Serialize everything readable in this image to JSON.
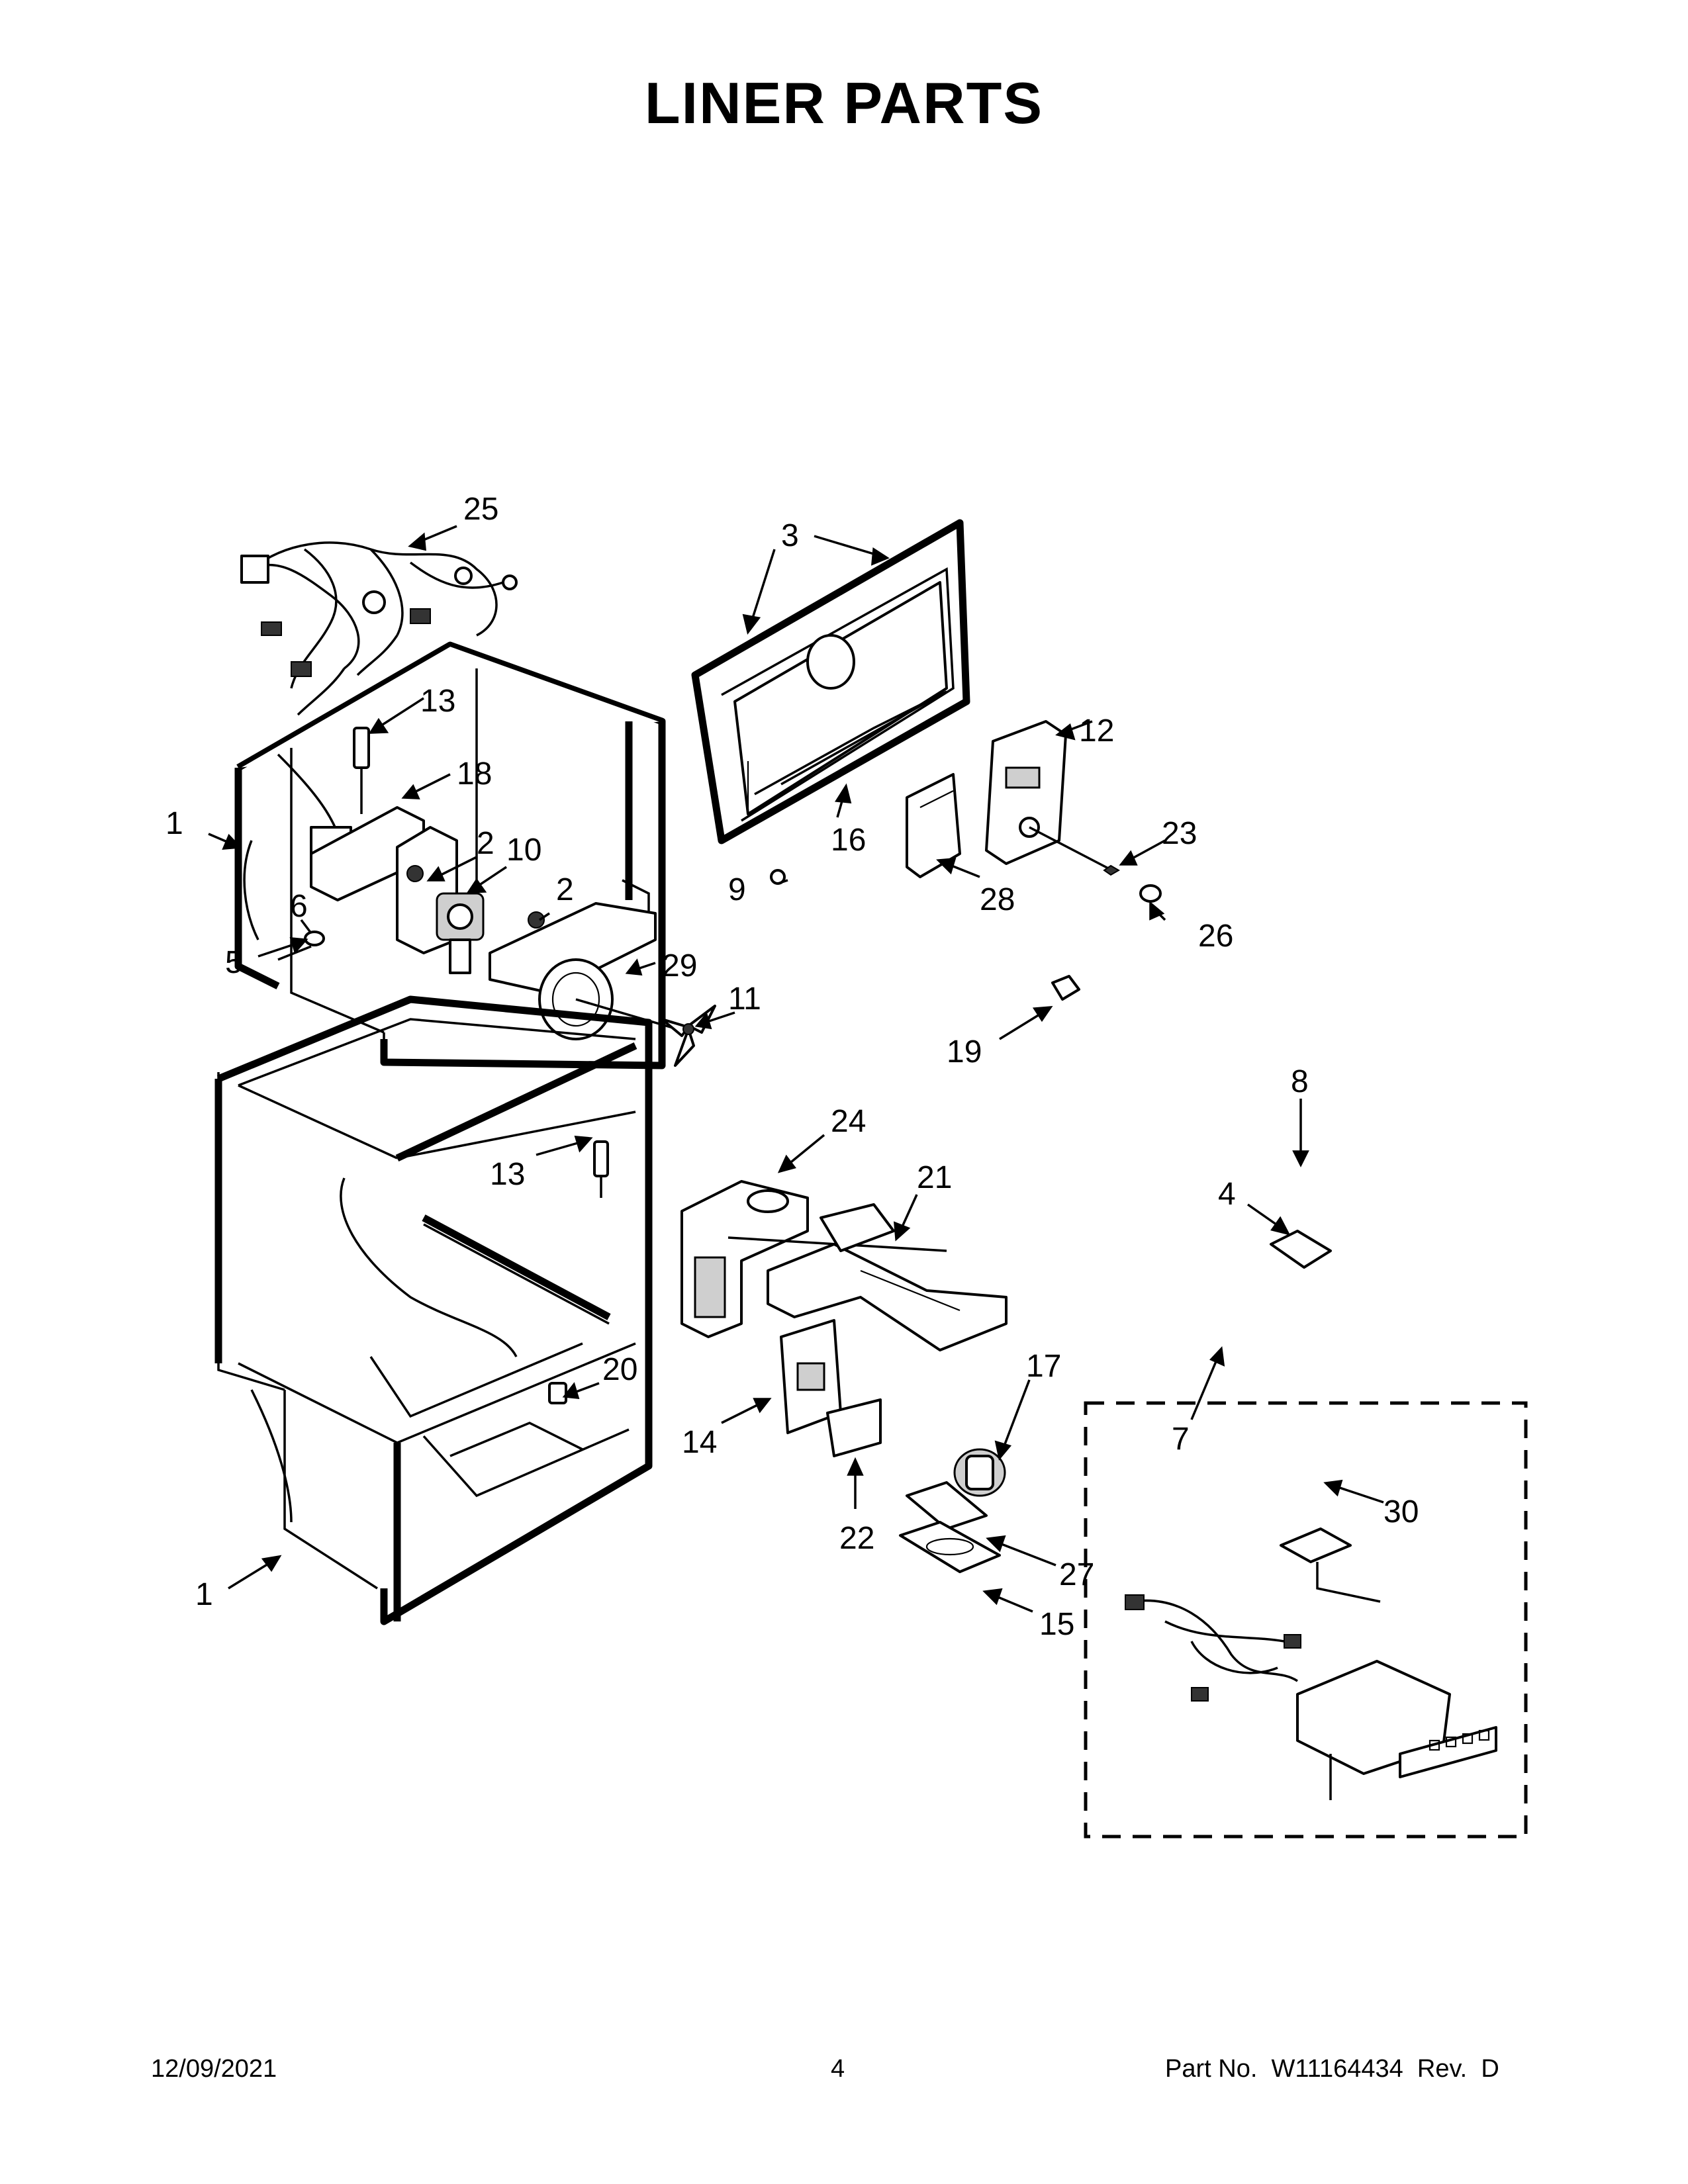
{
  "title": "LINER PARTS",
  "callouts": [
    {
      "id": "c25",
      "label": "25"
    },
    {
      "id": "c3",
      "label": "3"
    },
    {
      "id": "c13a",
      "label": "13"
    },
    {
      "id": "c18",
      "label": "18"
    },
    {
      "id": "c12",
      "label": "12"
    },
    {
      "id": "c1a",
      "label": "1"
    },
    {
      "id": "c2a",
      "label": "2"
    },
    {
      "id": "c10",
      "label": "10"
    },
    {
      "id": "c16",
      "label": "16"
    },
    {
      "id": "c23",
      "label": "23"
    },
    {
      "id": "c9",
      "label": "9"
    },
    {
      "id": "c6",
      "label": "6"
    },
    {
      "id": "c2b",
      "label": "2"
    },
    {
      "id": "c28",
      "label": "28"
    },
    {
      "id": "c5",
      "label": "5"
    },
    {
      "id": "c29",
      "label": "29"
    },
    {
      "id": "c26",
      "label": "26"
    },
    {
      "id": "c11",
      "label": "11"
    },
    {
      "id": "c19",
      "label": "19"
    },
    {
      "id": "c8",
      "label": "8"
    },
    {
      "id": "c24",
      "label": "24"
    },
    {
      "id": "c13b",
      "label": "13"
    },
    {
      "id": "c21",
      "label": "21"
    },
    {
      "id": "c4",
      "label": "4"
    },
    {
      "id": "c20",
      "label": "20"
    },
    {
      "id": "c17",
      "label": "17"
    },
    {
      "id": "c7",
      "label": "7"
    },
    {
      "id": "c14",
      "label": "14"
    },
    {
      "id": "c30",
      "label": "30"
    },
    {
      "id": "c22",
      "label": "22"
    },
    {
      "id": "c27",
      "label": "27"
    },
    {
      "id": "c1b",
      "label": "1"
    },
    {
      "id": "c15",
      "label": "15"
    }
  ],
  "footer": {
    "date": "12/09/2021",
    "page": "4",
    "part_no": "Part No.  W11164434  Rev.  D"
  }
}
